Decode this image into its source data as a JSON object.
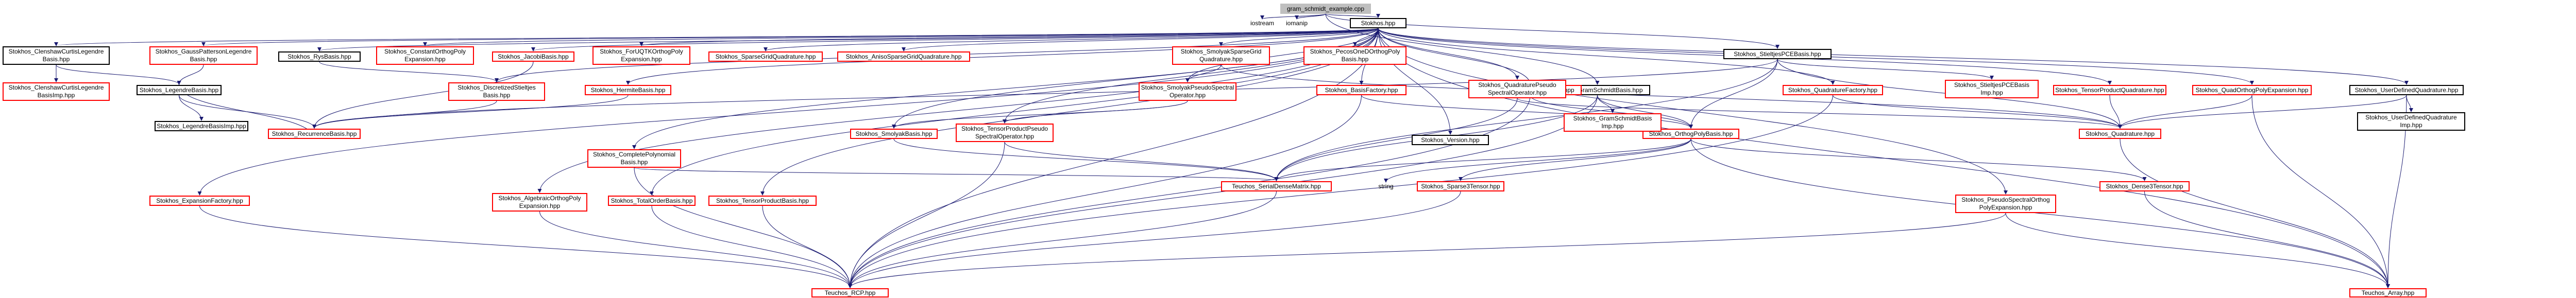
{
  "diagram_type": "include-dependency-graph",
  "colors": {
    "edge": "#191970",
    "root_fill": "#bfbfbf",
    "documented_border": "#000000",
    "undocumented_border": "#ff0000"
  },
  "nodes": {
    "root": [
      "gram_schmidt_example.cpp"
    ],
    "iostream": [
      "iostream"
    ],
    "iomanip": [
      "iomanip"
    ],
    "stokhos": [
      "Stokhos.hpp"
    ],
    "stieltjes_pce": [
      "Stokhos_StieltjesPCEBasis.hpp"
    ],
    "cc_legendre": [
      "Stokhos_ClenshawCurtisLegendre",
      "Basis.hpp"
    ],
    "gauss_patterson": [
      "Stokhos_GaussPattersonLegendre",
      "Basis.hpp"
    ],
    "rys": [
      "Stokhos_RysBasis.hpp"
    ],
    "constant_orthog": [
      "Stokhos_ConstantOrthogPoly",
      "Expansion.hpp"
    ],
    "jacobi": [
      "Stokhos_JacobiBasis.hpp"
    ],
    "forudcpp": [
      "Stokhos_ForUQTKOrthogPoly",
      "Expansion.hpp"
    ],
    "sparse_grid_quad": [
      "Stokhos_SparseGridQuadrature.hpp"
    ],
    "anisosparse": [
      "Stokhos_AnisoSparseGridQuadrature.hpp"
    ],
    "smolyak_sparse_grid_quad": [
      "Stokhos_SmolyakSparseGrid",
      "Quadrature.hpp"
    ],
    "pecos_1d": [
      "Stokhos_PecosOneDOrthogPoly",
      "Basis.hpp"
    ],
    "gram_schmidt": [
      "Stokhos_GramSchmidtBasis.hpp"
    ],
    "cc_legendre_imp": [
      "Stokhos_ClenshawCurtisLegendre",
      "BasisImp.hpp"
    ],
    "legendre": [
      "Stokhos_LegendreBasis.hpp"
    ],
    "discretized_stieltjes": [
      "Stokhos_DiscretizedStieltjes",
      "Basis.hpp"
    ],
    "hermite": [
      "Stokhos_HermiteBasis.hpp"
    ],
    "smolyak_pseudo": [
      "Stokhos_SmolyakPseudoSpectral",
      "Operator.hpp"
    ],
    "basis_factory": [
      "Stokhos_BasisFactory.hpp"
    ],
    "orthog_poly_approx": [
      "Stokhos_OrthogPolyApprox.hpp"
    ],
    "quadrature_pseudo": [
      "Stokhos_QuadraturePseudo",
      "SpectralOperator.hpp"
    ],
    "quadrature_factory": [
      "Stokhos_QuadratureFactory.hpp"
    ],
    "stieltjes_pce_imp": [
      "Stokhos_StieltjesPCEBasis",
      "Imp.hpp"
    ],
    "tensor_product_quad": [
      "Stokhos_TensorProductQuadrature.hpp"
    ],
    "quad_orthog": [
      "Stokhos_QuadOrthogPolyExpansion.hpp"
    ],
    "user_defined_quad": [
      "Stokhos_UserDefinedQuadrature.hpp"
    ],
    "legendre_imp": [
      "Stokhos_LegendreBasisImp.hpp"
    ],
    "recurrence": [
      "Stokhos_RecurrenceBasis.hpp"
    ],
    "complete_poly": [
      "Stokhos_CompletePolynomial",
      "Basis.hpp"
    ],
    "smolyak_basis": [
      "Stokhos_SmolyakBasis.hpp"
    ],
    "tensor_pseudo": [
      "Stokhos_TensorProductPseudo",
      "SpectralOperator.hpp"
    ],
    "version": [
      "Stokhos_Version.hpp"
    ],
    "orthog_poly_basis": [
      "Stokhos_OrthogPolyBasis.hpp"
    ],
    "gram_schmidt_imp": [
      "Stokhos_GramSchmidtBasis",
      "Imp.hpp"
    ],
    "quadrature": [
      "Stokhos_Quadrature.hpp"
    ],
    "user_defined_quad_imp": [
      "Stokhos_UserDefinedQuadrature",
      "Imp.hpp"
    ],
    "expansion_factory": [
      "Stokhos_ExpansionFactory.hpp"
    ],
    "algebraic": [
      "Stokhos_AlgebraicOrthogPoly",
      "Expansion.hpp"
    ],
    "total_order": [
      "Stokhos_TotalOrderBasis.hpp"
    ],
    "tensor_product_basis": [
      "Stokhos_TensorProductBasis.hpp"
    ],
    "teuchos_serial_dense": [
      "Teuchos_SerialDenseMatrix.hpp"
    ],
    "string": [
      "string"
    ],
    "sparse3tensor": [
      "Stokhos_Sparse3Tensor.hpp"
    ],
    "pseudo_spectral_orthog": [
      "Stokhos_PseudoSpectralOrthog",
      "PolyExpansion.hpp"
    ],
    "dense3tensor": [
      "Stokhos_Dense3Tensor.hpp"
    ],
    "teuchos_rcp": [
      "Teuchos_RCP.hpp"
    ],
    "teuchos_array": [
      "Teuchos_Array.hpp"
    ]
  }
}
